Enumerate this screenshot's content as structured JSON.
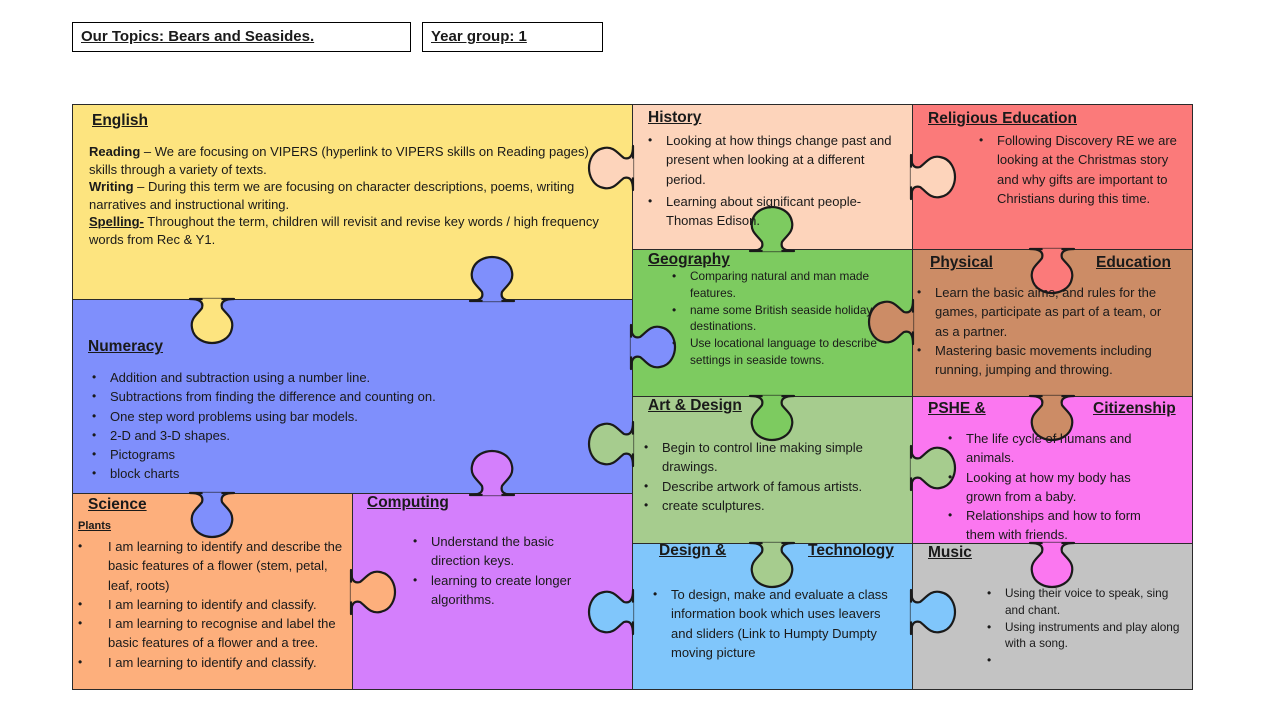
{
  "header": {
    "topic": "Our Topics: Bears and Seasides.",
    "year_group": "Year group: 1"
  },
  "subjects": {
    "english": {
      "title": "English",
      "reading_label": "Reading",
      "reading_text": " – We are focusing on VIPERS (hyperlink to VIPERS skills on Reading pages) skills through  a variety of texts.",
      "writing_label": "Writing",
      "writing_text": " –  During this term we are focusing on character descriptions, poems, writing narratives and instructional writing.",
      "spelling_label": "Spelling-",
      "spelling_text": " Throughout the term,  children will revisit and revise key words / high frequency words from Rec & Y1."
    },
    "history": {
      "title": "History",
      "items": [
        "Looking at how things change past and present when looking at a different period.",
        " Learning about significant people- Thomas Edison."
      ]
    },
    "religious_education": {
      "title": "Religious Education",
      "items": [
        " Following Discovery RE we are looking at the Christmas story and why gifts are important to Christians during this time."
      ]
    },
    "geography": {
      "title": "Geography",
      "items": [
        "Comparing natural and man made features.",
        " name some British seaside holiday destinations.",
        "Use locational language to describe settings in seaside towns."
      ]
    },
    "physical_education": {
      "title_left": "Physical",
      "title_right": "Education",
      "items": [
        "Learn the basic aims, and rules for the games, participate as part of a team, or as a partner.",
        " Mastering basic movements including running, jumping and throwing."
      ]
    },
    "numeracy": {
      "title": "Numeracy",
      "items": [
        "Addition and subtraction using a number line.",
        "Subtractions from finding the difference and counting on.",
        "One step word problems using bar models.",
        "2-D and 3-D shapes.",
        "Pictograms",
        "block charts"
      ]
    },
    "art_design": {
      "title": "Art & Design",
      "items": [
        "Begin to control line making simple drawings.",
        " Describe artwork of famous artists.",
        " create sculptures."
      ]
    },
    "pshe": {
      "title_left": "PSHE &",
      "title_right": "Citizenship",
      "items": [
        "The life cycle of humans and animals.",
        " Looking at how my body has grown from a baby.",
        " Relationships and how to form them with friends."
      ]
    },
    "science": {
      "title": "Science",
      "subtitle": "Plants",
      "items": [
        "I am learning to identify and describe the basic features of a flower (stem, petal, leaf, roots)",
        "I am learning to identify and classify.",
        " I am learning to recognise and label the basic features of a flower and a tree.",
        "I am learning to identify and classify."
      ]
    },
    "computing": {
      "title": "Computing",
      "items": [
        " Understand the basic direction keys.",
        " learning to create longer algorithms."
      ]
    },
    "design_technology": {
      "title_left": "Design &",
      "title_right": "Technology",
      "items": [
        "To design, make and evaluate a class information book which uses leavers and sliders (Link to Humpty Dumpty moving picture"
      ]
    },
    "music": {
      "title": "Music",
      "items": [
        " Using their voice to speak, sing and chant.",
        "Using instruments and play along with a song.",
        ""
      ]
    }
  },
  "colors": {
    "english": "#fde47f",
    "history": "#fdd4bb",
    "religious_education": "#fb7a7a",
    "geography": "#7dcb60",
    "physical_education": "#cc8c66",
    "numeracy": "#7f8ffc",
    "art_design": "#a6cc8e",
    "pshe": "#fb77f0",
    "science": "#fdaf7c",
    "computing": "#d47ffc",
    "design_technology": "#80c6fb",
    "music": "#c3c3c3"
  }
}
